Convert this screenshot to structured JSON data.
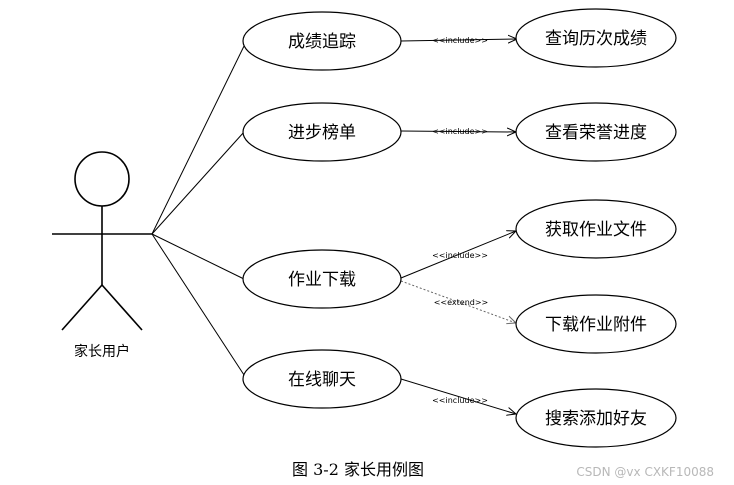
{
  "actor": {
    "label": "家长用户"
  },
  "use_cases": {
    "grade_tracking": "成绩追踪",
    "progress_ranking": "进步榜单",
    "homework_download": "作业下载",
    "online_chat": "在线聊天",
    "query_history_grades": "查询历次成绩",
    "view_honor_progress": "查看荣誉进度",
    "get_homework_files": "获取作业文件",
    "download_homework_attachment": "下载作业附件",
    "search_add_friends": "搜索添加好友"
  },
  "relations": {
    "include_1": "<<include>>",
    "include_2": "<<include>>",
    "include_3": "<<include>>",
    "extend_1": "<<extend>>",
    "include_4": "<<include>>"
  },
  "caption": "图 3-2 家长用例图",
  "watermark": "CSDN @vx  CXKF10088"
}
